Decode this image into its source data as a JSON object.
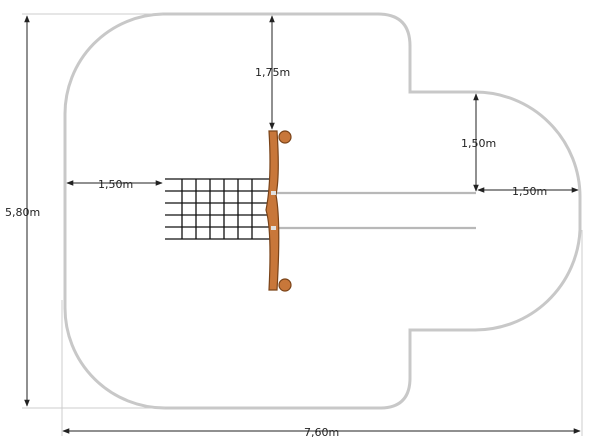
{
  "dimensions": {
    "overall_width": "7,60m",
    "overall_height": "5,80m",
    "top_clearance": "1,75m",
    "side_clearance_right": "1,50m",
    "side_clearance_left": "1,50m",
    "slide_clearance": "1,50m"
  },
  "colors": {
    "safety_zone_outline": "#c8c8c8",
    "dimension_line": "#222222",
    "wood_post": "#c8773a",
    "wood_post_dark": "#7a4318",
    "net": "#111111",
    "rope": "#b8b8b8"
  }
}
